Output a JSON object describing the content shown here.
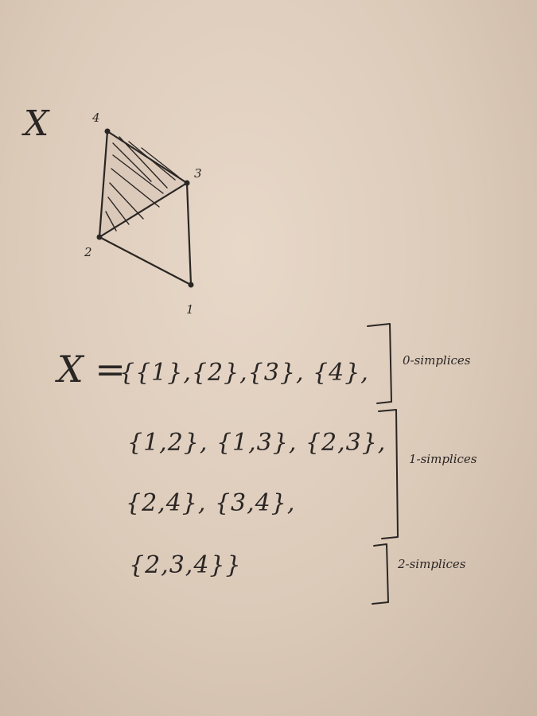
{
  "diagram": {
    "space_label": "X",
    "vertex_labels": [
      "1",
      "2",
      "3",
      "4"
    ]
  },
  "equation": {
    "lhs": "X =",
    "row0": "{{1},{2},{3}, {4},",
    "row1": "{1,2}, {1,3}, {2,3},",
    "row2": "{2,4}, {3,4},",
    "row3": "{2,3,4}}"
  },
  "brackets": {
    "zero": "0-simplices",
    "one": "1-simplices",
    "two": "2-simplices"
  },
  "colors": {
    "ink": "#2a2624",
    "paper": "#e2d2c2"
  }
}
